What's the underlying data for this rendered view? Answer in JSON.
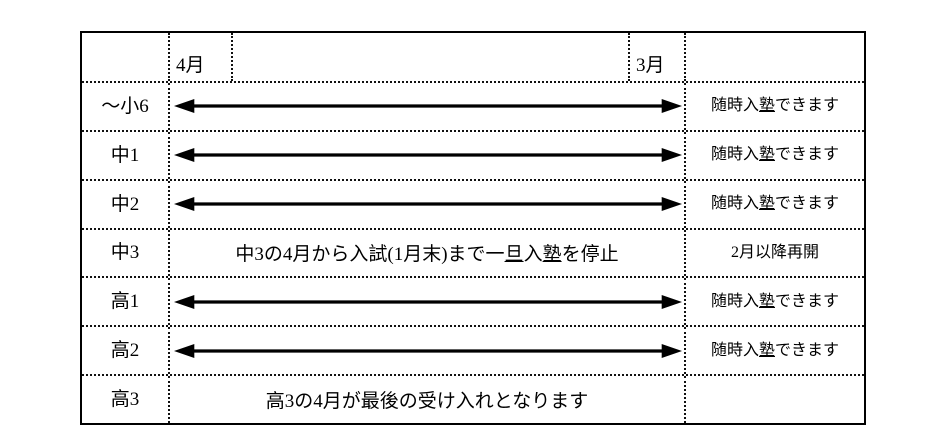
{
  "table": {
    "header": {
      "label_cell": "",
      "month_start": "4月",
      "month_end": "3月",
      "note_cell": ""
    },
    "rows": [
      {
        "grade": "～小6",
        "track_type": "arrow",
        "track_text": "",
        "note": "随時入塾できます",
        "note_underline_char": "塾"
      },
      {
        "grade": "中1",
        "track_type": "arrow",
        "track_text": "",
        "note": "随時入塾できます",
        "note_underline_char": "塾"
      },
      {
        "grade": "中2",
        "track_type": "arrow",
        "track_text": "",
        "note": "随時入塾できます",
        "note_underline_char": "塾"
      },
      {
        "grade": "中3",
        "track_type": "text",
        "track_text": "中3の4月から入試(1月末)まで一旦入塾を停止",
        "note": "2月以降再開",
        "note_underline_char": ""
      },
      {
        "grade": "高1",
        "track_type": "arrow",
        "track_text": "",
        "note": "随時入塾できます",
        "note_underline_char": "塾"
      },
      {
        "grade": "高2",
        "track_type": "arrow",
        "track_text": "",
        "note": "随時入塾できます",
        "note_underline_char": "塾"
      },
      {
        "grade": "高3",
        "track_type": "text",
        "track_text": "高3の4月が最後の受け入れとなります",
        "note": "",
        "note_underline_char": ""
      }
    ]
  },
  "colors": {
    "line": "#000000",
    "background": "#ffffff",
    "text": "#000000"
  }
}
